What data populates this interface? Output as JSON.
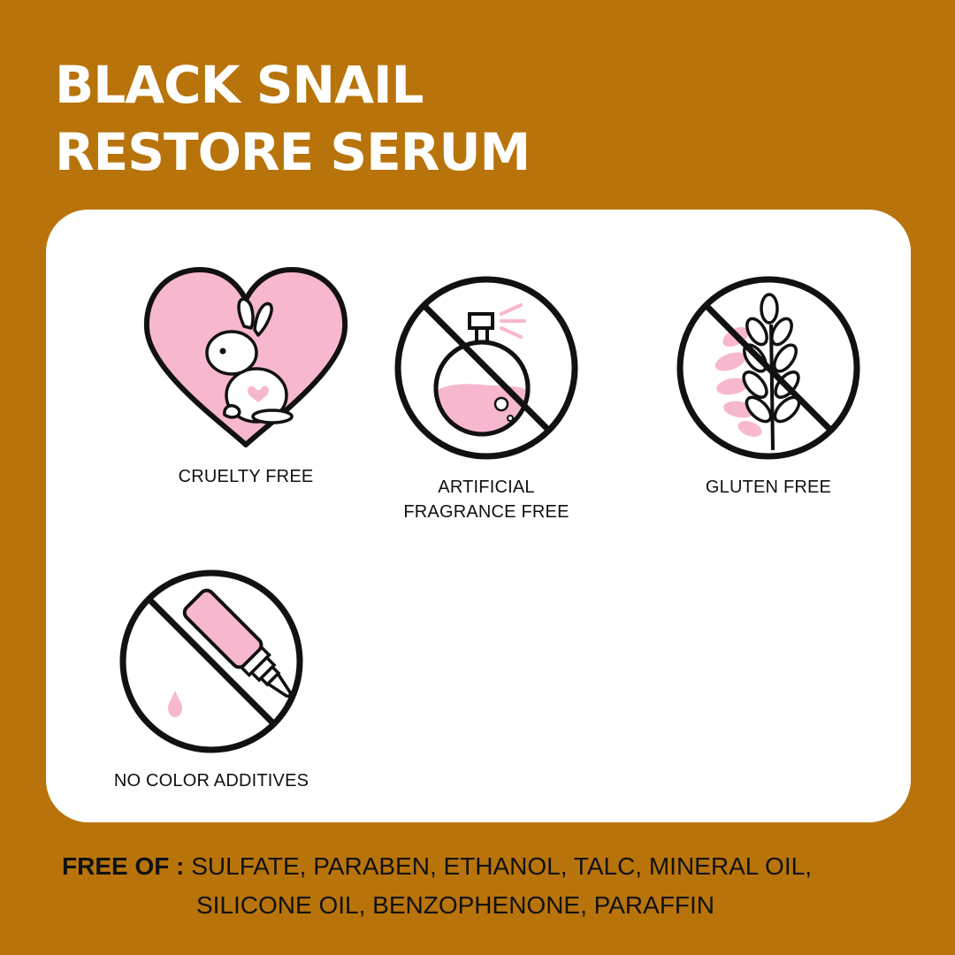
{
  "title": {
    "line1": "BLACK SNAIL",
    "line2": "RESTORE SERUM"
  },
  "colors": {
    "background": "#B8740A",
    "card": "#ffffff",
    "pink": "#F6B7CF",
    "ink": "#111111"
  },
  "badges": [
    {
      "icon": "heart-bunny-icon",
      "label": [
        "CRUELTY FREE"
      ]
    },
    {
      "icon": "no-perfume-icon",
      "label": [
        "ARTIFICIAL",
        "FRAGRANCE FREE"
      ]
    },
    {
      "icon": "no-wheat-icon",
      "label": [
        "GLUTEN FREE"
      ]
    },
    {
      "icon": "no-dropper-icon",
      "label": [
        "NO COLOR ADDITIVES"
      ]
    }
  ],
  "footer": {
    "prefix": "FREE OF : ",
    "line1": "SULFATE, PARABEN, ETHANOL, TALC, MINERAL OIL,",
    "line2": "SILICONE OIL, BENZOPHENONE, PARAFFIN"
  }
}
